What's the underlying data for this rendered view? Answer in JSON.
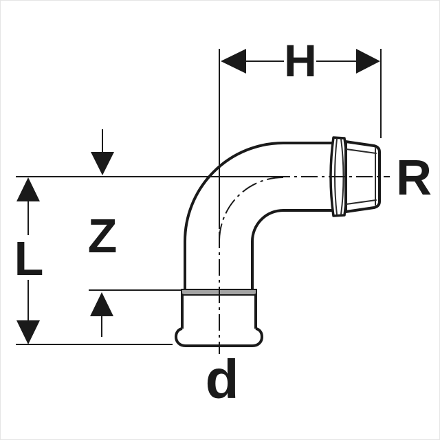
{
  "diagram": {
    "kind": "technical-dimension-drawing",
    "colors": {
      "background": "#ffffff",
      "line": "#1a1a1a",
      "press_band": "#a3a3a3"
    },
    "labels": {
      "H": "H",
      "L": "L",
      "Z": "Z",
      "R": "R",
      "d": "d"
    }
  }
}
